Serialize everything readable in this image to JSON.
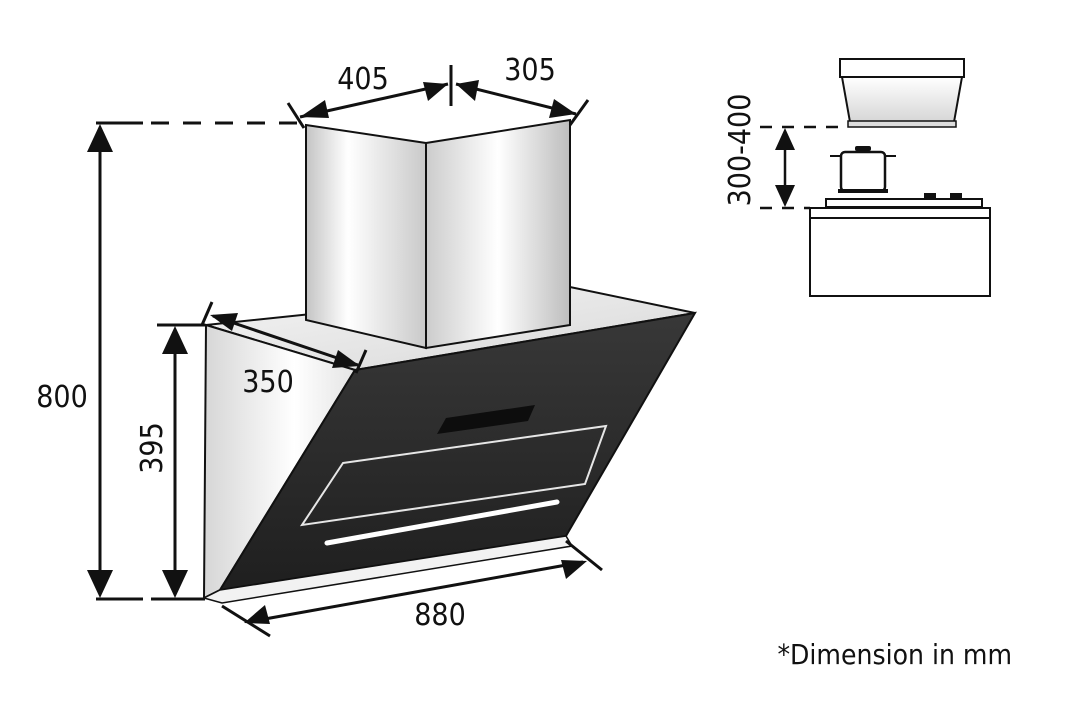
{
  "dimensions": {
    "chimney_width": "405",
    "chimney_depth": "305",
    "hood_depth": "350",
    "total_height": "800",
    "hood_height": "395",
    "hood_width": "880",
    "mounting_height": "300-400"
  },
  "note": "*Dimension in mm",
  "colors": {
    "line": "#111111",
    "glass": "#2c2c2c",
    "steel_light": "#ffffff",
    "steel_mid": "#cfcfcf"
  }
}
